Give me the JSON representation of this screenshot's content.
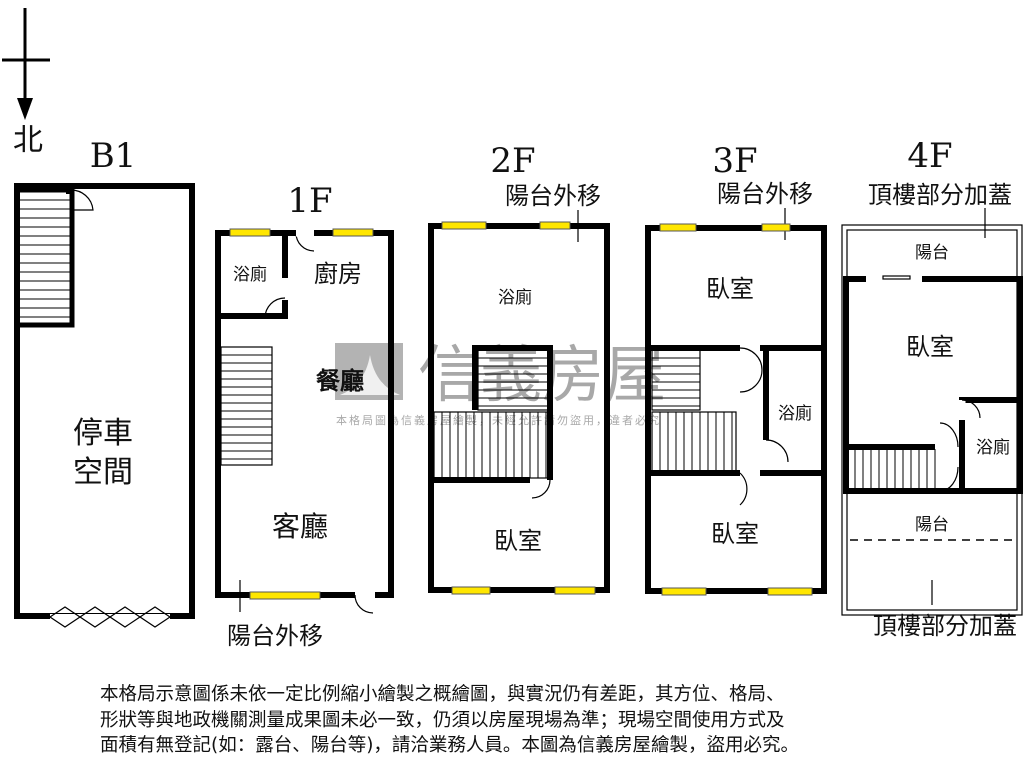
{
  "north": {
    "label": "北"
  },
  "floors": {
    "b1": {
      "title": "B1",
      "rooms": [
        "停車",
        "空間"
      ]
    },
    "f1": {
      "title": "1F",
      "rooms": [
        "浴廁",
        "廚房",
        "餐廳",
        "客廳"
      ],
      "note": "陽台外移"
    },
    "f2": {
      "title": "2F",
      "rooms": [
        "浴廁",
        "臥室"
      ],
      "note": "陽台外移"
    },
    "f3": {
      "title": "3F",
      "rooms": [
        "臥室",
        "浴廁",
        "臥室"
      ],
      "note": "陽台外移"
    },
    "f4": {
      "title": "4F",
      "rooms": [
        "陽台",
        "臥室",
        "浴廁",
        "陽台"
      ],
      "note_top": "頂樓部分加蓋",
      "note_bottom": "頂樓部分加蓋"
    }
  },
  "watermark": {
    "brand": "信義房屋",
    "text": "本格局圖為信義房屋繪製，未經允許請勿盜用，違者必究"
  },
  "disclaimer": [
    "本格局示意圖係未依一定比例縮小繪製之概繪圖，與實況仍有差距，其方位、格局、",
    "形狀等與地政機關測量成果圖未必一致，仍須以房屋現場為準；現場空間使用方式及",
    "面積有無登記(如：露台、陽台等)，請洽業務人員。本圖為信義房屋繪製，盜用必究。"
  ],
  "colors": {
    "window": "#ffe600",
    "wall": "#000000",
    "watermark": "#9a9a9a"
  }
}
